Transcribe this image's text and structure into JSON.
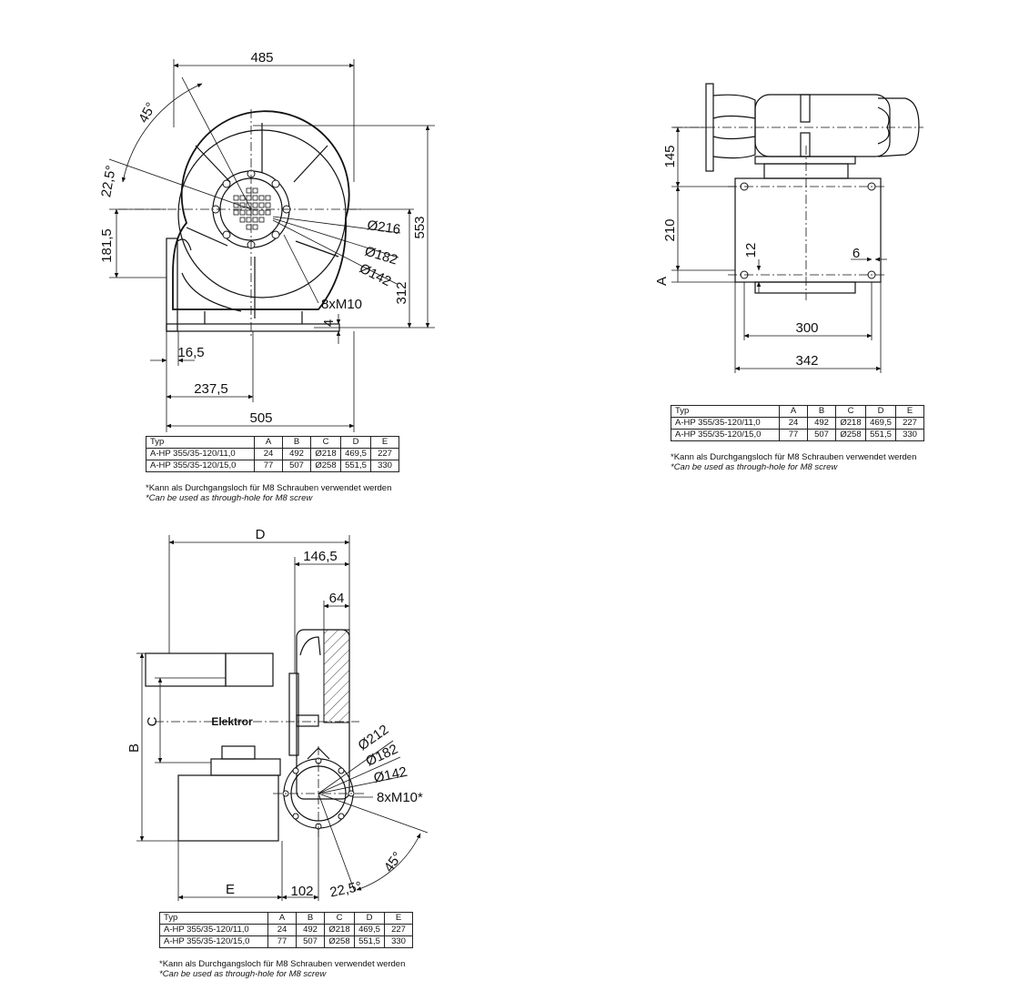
{
  "front_view": {
    "dims": {
      "width_top": "485",
      "angle_45": "45°",
      "angle_22_5": "22,5°",
      "height_181_5": "181,5",
      "dia_216": "Ø216",
      "dia_182": "Ø182",
      "dia_142": "Ø142",
      "bolts": "8xM10",
      "height_553": "553",
      "height_312": "312",
      "base_4": "4",
      "width_16_5": "16,5",
      "width_237_5": "237,5",
      "width_505": "505"
    }
  },
  "side_view": {
    "dims": {
      "h_145": "145",
      "h_210": "210",
      "h_12": "12",
      "label_a": "A",
      "w_6": "6",
      "w_300": "300",
      "w_342": "342"
    }
  },
  "bottom_view": {
    "dims": {
      "label_d": "D",
      "w_146_5": "146,5",
      "w_64": "64",
      "label_c": "C",
      "label_b": "B",
      "brand": "Elektror",
      "dia_212": "Ø212",
      "dia_182": "Ø182",
      "dia_142": "Ø142",
      "bolts": "8xM10*",
      "label_e": "E",
      "w_102": "102",
      "angle_22_5": "22,5°",
      "angle_45": "45°"
    }
  },
  "spec_table": {
    "headers": [
      "Typ",
      "A",
      "B",
      "C",
      "D",
      "E"
    ],
    "rows": [
      [
        "A-HP 355/35-120/11,0",
        "24",
        "492",
        "Ø218",
        "469,5",
        "227"
      ],
      [
        "A-HP 355/35-120/15,0",
        "77",
        "507",
        "Ø258",
        "551,5",
        "330"
      ]
    ]
  },
  "note": {
    "de": "*Kann als Durchgangsloch für M8 Schrauben verwendet werden",
    "en": "*Can be used as through-hole for M8 screw"
  }
}
